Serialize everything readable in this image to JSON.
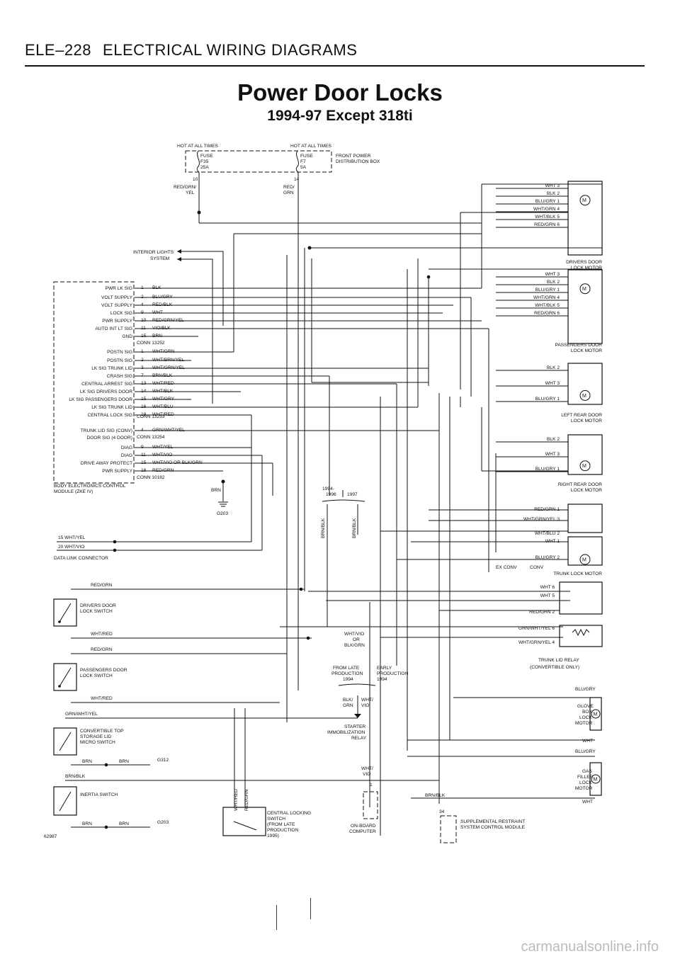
{
  "header": {
    "code": "ELE–228",
    "section": "ELECTRICAL WIRING DIAGRAMS"
  },
  "title": "Power Door Locks",
  "subtitle": "1994-97 Except 318ti",
  "fuses": {
    "hot_left": "HOT AT ALL TIMES",
    "hot_right": "HOT AT ALL TIMES",
    "f35": [
      "FUSE",
      "F35",
      "25A"
    ],
    "f7": [
      "FUSE",
      "F7",
      "5A"
    ],
    "dist": [
      "FRONT POWER",
      "DISTRIBUTION BOX"
    ],
    "pin_left": "10",
    "pin_right": "14",
    "wire_left": [
      "RED/GRN/",
      "YEL"
    ],
    "wire_right": [
      "RED/",
      "GRN"
    ]
  },
  "interior_lights": [
    "INTERIOR LIGHTS",
    "SYSTEM"
  ],
  "zke": {
    "name": [
      "BODY ELECTRONICS CONTROL",
      "MODULE (ZKE IV)"
    ],
    "conn1": "CONN 13252",
    "conn2": "CONN 13253",
    "conn3": "CONN 13254",
    "conn4": "CONN 10182",
    "pins": [
      {
        "label": "PWR LK SIG",
        "pin": "1",
        "wire": "BLK"
      },
      {
        "label": "VOLT SUPPLY",
        "pin": "2",
        "wire": "BLU/GRY"
      },
      {
        "label": "VOLT SUPPLY",
        "pin": "4",
        "wire": "RED/BLK"
      },
      {
        "label": "LOCK SIG",
        "pin": "9",
        "wire": "WHT"
      },
      {
        "label": "PWR SUPPLY",
        "pin": "10",
        "wire": "RED/GRN/YEL"
      },
      {
        "label": "AUTO INT LT SIG",
        "pin": "11",
        "wire": "VIO/BLK"
      },
      {
        "label": "GND",
        "pin": "15",
        "wire": "BRN"
      },
      {
        "label": "POSTN SIG",
        "pin": "1",
        "wire": "WHT/GRN"
      },
      {
        "label": "POSTN SIG",
        "pin": "2",
        "wire": "WHT/BRN/YEL"
      },
      {
        "label": "LK SIG TRUNK LID",
        "pin": "3",
        "wire": "WHT/GRN/YEL"
      },
      {
        "label": "CRASH SIG",
        "pin": "7",
        "wire": "BRN/BLK"
      },
      {
        "label": "CENTRAL ARREST SIG",
        "pin": "13",
        "wire": "WHT/RED"
      },
      {
        "label": "LK SIG DRIVERS DOOR",
        "pin": "14",
        "wire": "WHT/BLK"
      },
      {
        "label": "LK SIG PASSENGERS DOOR",
        "pin": "15",
        "wire": "WHT/GRY"
      },
      {
        "label": "LK SIG TRUNK LID",
        "pin": "16",
        "wire": "WHT/BLU"
      },
      {
        "label": "CENTRAL LOCK SIG",
        "pin": "19",
        "wire": "WHT/RED"
      },
      {
        "label": "TRUNK LID SIG (CONV)",
        "pin": "4",
        "wire": "GRN/WHT/YEL"
      },
      {
        "label": "DOOR SIG (4 DOOR)",
        "pin": "",
        "wire": ""
      },
      {
        "label": "DIAG",
        "pin": "9",
        "wire": "WHT/YEL"
      },
      {
        "label": "DIAG",
        "pin": "11",
        "wire": "WHT/VIO"
      },
      {
        "label": "DRIVE AWAY PROTECT",
        "pin": "15",
        "wire": "WHT/VIO OR BLK/GRN"
      },
      {
        "label": "PWR SUPPLY",
        "pin": "18",
        "wire": "RED/GRN"
      }
    ]
  },
  "ground": {
    "wire": "BRN",
    "id": "G203"
  },
  "dlc": {
    "name": "DATA LINK CONNECTOR",
    "p15": "15  WHT/YEL",
    "p20": "20  WHT/VIO"
  },
  "year_split": {
    "a": "1994-",
    "b": "1996",
    "c": "1997",
    "w1": "BRN/BLK",
    "w2": "BRN/BLK"
  },
  "motors": {
    "drivers": {
      "name": [
        "DRIVERS DOOR",
        "LOCK MOTOR"
      ],
      "wires": [
        [
          "WHT",
          "3"
        ],
        [
          "BLK",
          "2"
        ],
        [
          "BLU/GRY",
          "1"
        ],
        [
          "WHT/GRN",
          "4"
        ],
        [
          "WHT/BLK",
          "5"
        ],
        [
          "RED/GRN",
          "6"
        ]
      ]
    },
    "passengers": {
      "name": [
        "PASSENGERS DOOR",
        "LOCK MOTOR"
      ],
      "wires": [
        [
          "WHT",
          "3"
        ],
        [
          "BLK",
          "2"
        ],
        [
          "BLU/GRY",
          "1"
        ],
        [
          "WHT/GRN",
          "4"
        ],
        [
          "WHT/BLK",
          "5"
        ],
        [
          "RED/GRN",
          "6"
        ]
      ]
    },
    "left_rear": {
      "name": [
        "LEFT REAR DOOR",
        "LOCK MOTOR"
      ],
      "wires": [
        [
          "BLK",
          "2"
        ],
        [
          "WHT",
          "3"
        ],
        [
          "BLU/GRY",
          "1"
        ]
      ]
    },
    "right_rear": {
      "name": [
        "RIGHT REAR DOOR",
        "LOCK MOTOR"
      ],
      "wires": [
        [
          "BLK",
          "2"
        ],
        [
          "WHT",
          "3"
        ],
        [
          "BLU/GRY",
          "1"
        ]
      ]
    },
    "trunk": {
      "name": [
        "TRUNK LOCK MOTOR"
      ],
      "wires": [
        [
          "RED/GRN",
          "1"
        ],
        [
          "WHT/GRN/YEL",
          "3"
        ],
        [
          "WHT/BLU",
          "2"
        ],
        [
          "WHT",
          "1"
        ],
        [
          "BLU/GRY",
          "2"
        ]
      ],
      "conv": [
        "EX CONV",
        "CONV"
      ]
    }
  },
  "trunk_relay": {
    "name": [
      "TRUNK LID RELAY",
      "(CONVERTIBLE ONLY)"
    ],
    "wires": [
      [
        "WHT",
        "6"
      ],
      [
        "WHT",
        "5"
      ],
      [
        "RED/GRN",
        "2"
      ],
      [
        "GRN/WHT/YEL",
        "6"
      ],
      [
        "WHT/GRN/YEL",
        "4"
      ]
    ]
  },
  "switches": {
    "drivers": {
      "name": [
        "DRIVERS DOOR",
        "LOCK SWITCH"
      ],
      "w1": "RED/GRN",
      "w2": "WHT/RED"
    },
    "passengers": {
      "name": [
        "PASSENGERS DOOR",
        "LOCK SWITCH"
      ],
      "w1": "RED/GRN",
      "w2": "WHT/RED"
    },
    "conv": {
      "name": [
        "CONVERTIBLE TOP",
        "STORAGE LID",
        "MICRO SWITCH"
      ],
      "w1": "GRN/WHT/YEL",
      "w2": "BRN",
      "w3": "BRN",
      "g": "G312"
    },
    "inertia": {
      "name": [
        "INERTIA SWITCH"
      ],
      "w1": "BRN/BLK",
      "w2": "BRN",
      "w3": "BRN",
      "g": "G203"
    }
  },
  "starter": {
    "wire": [
      "WHT/VIO",
      "OR",
      "BLK/GRN"
    ],
    "late": [
      "FROM LATE",
      "PRODUCTION",
      "1994"
    ],
    "early": [
      "EARLY",
      "PRODUCTION",
      "1994"
    ],
    "w1": [
      "BLK/",
      "GRN"
    ],
    "w2": [
      "WHT/",
      "VIO"
    ],
    "name": [
      "STARTER",
      "IMMOBILIZATION",
      "RELAY"
    ]
  },
  "glove": {
    "wire": "BLU/GRY",
    "name": [
      "GLOVE",
      "BOX",
      "LOCK",
      "MOTOR"
    ],
    "wht": "WHT"
  },
  "gas": {
    "wire": "BLU/GRY",
    "name": [
      "GAS",
      "FILLER",
      "LOCK",
      "MOTOR"
    ],
    "wht": "WHT"
  },
  "central_switch": {
    "name": [
      "CENTRAL LOCKING",
      "SWITCH",
      "(FROM LATE",
      "PRODUCTION",
      "1995)"
    ],
    "w1": "WHT/RED",
    "w2": "RED/GRN"
  },
  "onboard": {
    "wire": [
      "WHT/",
      "VIO"
    ],
    "pin": "1",
    "name": [
      "ON-BOARD",
      "COMPUTER"
    ]
  },
  "srs": {
    "pin": "34",
    "wire": "BRN/BLK",
    "name": [
      "SUPPLEMENTAL RESTRAINT",
      "SYSTEM CONTROL MODULE"
    ]
  },
  "fig_id": "62987",
  "watermark": "carmanualsonline.info"
}
